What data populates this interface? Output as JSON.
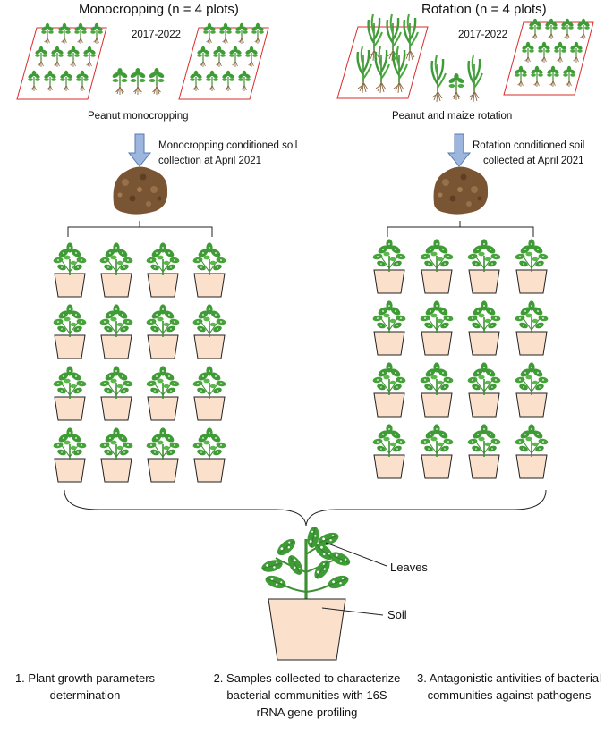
{
  "palette": {
    "plot_border": "#d92b2b",
    "arrow_fill": "#9db6de",
    "arrow_stroke": "#5a78b0",
    "pot_fill": "#fbe1cc",
    "leaf_fill": "#3e9b35",
    "leaf_spot": "#ffffff",
    "stem": "#3f8f35",
    "root": "#8a6a44",
    "soil": "#7a5533"
  },
  "monocropping": {
    "title": "Monocropping (n = 4 plots)",
    "years": "2017-2022",
    "field_label": "Peanut monocropping",
    "collection_text": [
      "Monocropping conditioned soil",
      "collection at April 2021"
    ]
  },
  "rotation": {
    "title": "Rotation (n = 4 plots)",
    "years": "2017-2022",
    "field_label": "Peanut and maize rotation",
    "collection_text": [
      "Rotation conditioned soil",
      "collected at April 2021"
    ]
  },
  "pot_grid": {
    "rows": 4,
    "cols": 4
  },
  "detail": {
    "leaves_label": "Leaves",
    "soil_label": "Soil"
  },
  "outcomes": [
    {
      "lines": [
        "1. Plant growth parameters",
        "determination"
      ]
    },
    {
      "lines": [
        "2. Samples collected to characterize",
        "bacterial communities with 16S",
        "rRNA gene profiling"
      ]
    },
    {
      "lines": [
        "3. Antagonistic antivities of bacterial",
        "communities against pathogens"
      ]
    }
  ]
}
